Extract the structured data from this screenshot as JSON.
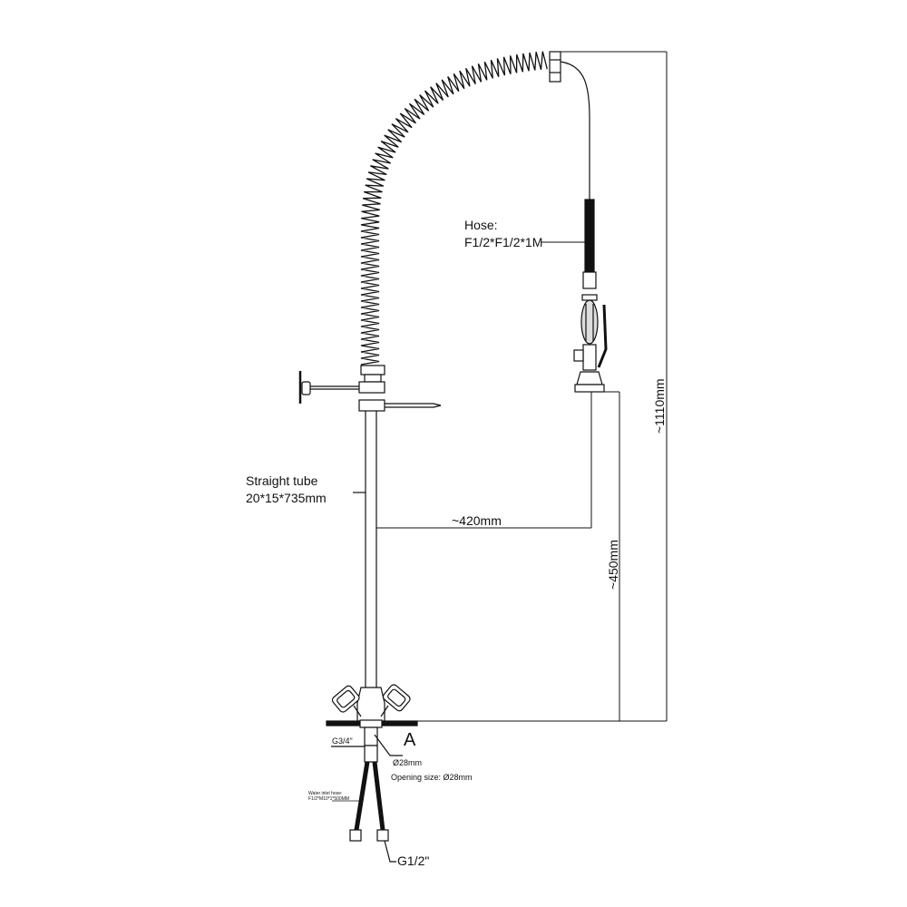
{
  "labels": {
    "hose_title": "Hose:",
    "hose_spec": "F1/2*F1/2*1M",
    "tube_title": "Straight tube",
    "tube_spec": "20*15*735mm",
    "reach": "~420mm",
    "height_total": "~1110mm",
    "height_spout": "~450mm",
    "thread_inlet": "G3/4\"",
    "section_mark": "A",
    "diameter": "Ø28mm",
    "opening_size": "Opening size:  Ø28mm",
    "inlet_hose_title": "Water inlet hose:",
    "inlet_hose_spec": "F1/2*M10*1*500MM",
    "thread_hose": "G1/2\""
  }
}
